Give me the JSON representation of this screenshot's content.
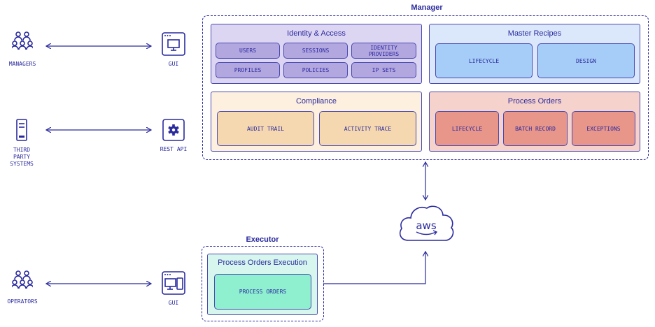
{
  "manager": {
    "title": "Manager",
    "identity": {
      "title": "Identity & Access",
      "items": [
        "USERS",
        "SESSIONS",
        "IDENTITY PROVIDERS",
        "PROFILES",
        "POLICIES",
        "IP SETS"
      ]
    },
    "master_recipes": {
      "title": "Master Recipes",
      "items": [
        "LIFECYCLE",
        "DESIGN"
      ]
    },
    "compliance": {
      "title": "Compliance",
      "items": [
        "AUDIT TRAIL",
        "ACTIVITY TRACE"
      ]
    },
    "process_orders": {
      "title": "Process Orders",
      "items": [
        "LIFECYCLE",
        "BATCH RECORD",
        "EXCEPTIONS"
      ]
    }
  },
  "executor": {
    "title": "Executor",
    "group_title": "Process Orders Execution",
    "item": "PROCESS ORDERS"
  },
  "actors": {
    "managers": "MANAGERS",
    "third_party": "THIRD PARTY SYSTEMS",
    "operators": "OPERATORS"
  },
  "interfaces": {
    "gui_top": "GUI",
    "rest_api": "REST API",
    "gui_bottom": "GUI"
  },
  "cloud": {
    "label": "aws"
  },
  "colors": {
    "ink": "#2a2a9e",
    "identity_fill": "#ddd6f3",
    "identity_item": "#b3a7e0",
    "master_fill": "#dbe8fb",
    "master_item": "#a6cdf7",
    "compliance_fill": "#fdf0df",
    "compliance_item": "#f5d8b0",
    "process_fill": "#f6d2cc",
    "process_item": "#e8958a",
    "executor_fill": "#d7f6ee",
    "executor_item": "#8ff0d0"
  },
  "icons": [
    "people-group-icon",
    "server-icon",
    "monitor-icon",
    "gear-icon",
    "devices-icon",
    "aws-cloud-icon"
  ]
}
